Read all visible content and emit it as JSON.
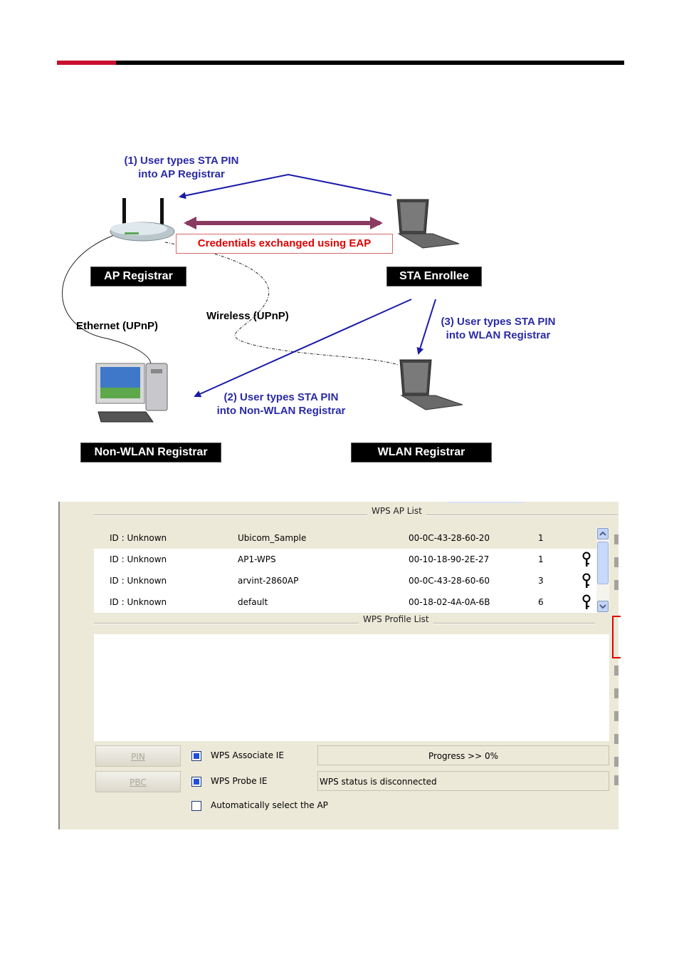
{
  "diagram": {
    "step1": {
      "line1": "(1) User types STA PIN",
      "line2": "into AP Registrar"
    },
    "step2": {
      "line1": "(2) User types STA PIN",
      "line2": "into Non-WLAN Registrar"
    },
    "step3": {
      "line1": "(3) User types STA PIN",
      "line2": "into WLAN Registrar"
    },
    "credentials": "Credentials exchanged using EAP",
    "ethernet_label": "Ethernet (UPnP)",
    "wireless_label": "Wireless (UPnP)",
    "nodes": {
      "ap": "AP Registrar",
      "sta": "STA Enrollee",
      "nonwlan": "Non-WLAN Registrar",
      "wlan": "WLAN Registrar"
    }
  },
  "wps": {
    "ap_list_title": "WPS AP List",
    "profile_list_title": "WPS Profile List",
    "ap_rows": [
      {
        "id": "ID : Unknown",
        "ssid": "Ubicom_Sample",
        "bssid": "00-0C-43-28-60-20",
        "channel": "1",
        "secured": false
      },
      {
        "id": "ID : Unknown",
        "ssid": "AP1-WPS",
        "bssid": "00-10-18-90-2E-27",
        "channel": "1",
        "secured": true
      },
      {
        "id": "ID : Unknown",
        "ssid": "arvint-2860AP",
        "bssid": "00-0C-43-28-60-60",
        "channel": "3",
        "secured": true
      },
      {
        "id": "ID : Unknown",
        "ssid": "default",
        "bssid": "00-18-02-4A-0A-6B",
        "channel": "6",
        "secured": true
      }
    ],
    "pin_button": "PIN",
    "pbc_button": "PBC",
    "associate_ie": "WPS Associate IE",
    "probe_ie": "WPS Probe IE",
    "auto_select": "Automatically select the AP",
    "progress": "Progress >> 0%",
    "status": "WPS status is disconnected",
    "colors": {
      "accent_red": "#c8102e",
      "caption_blue": "#2a2aa8",
      "eap_red": "#e00000",
      "arrow_purple": "#8b3a62"
    }
  }
}
